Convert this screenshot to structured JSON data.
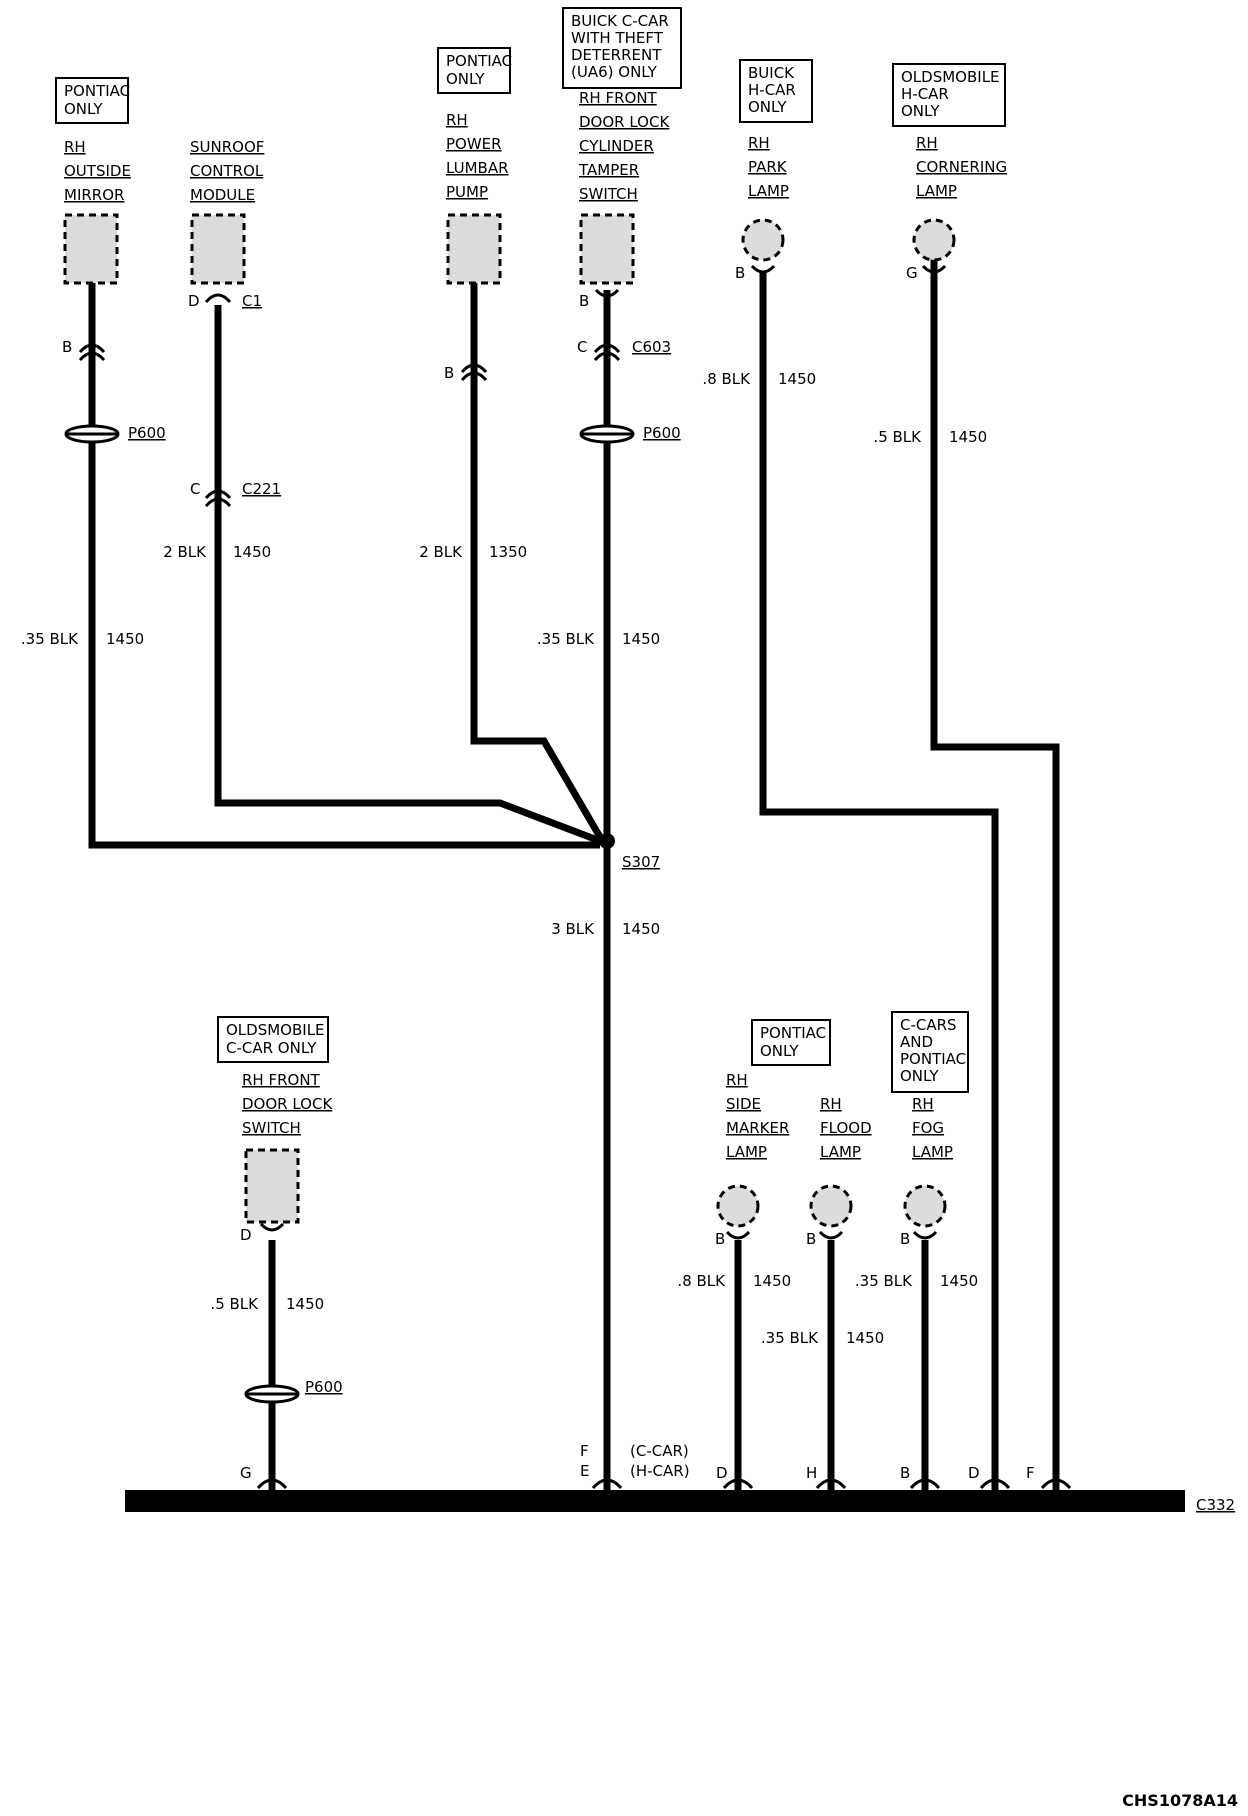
{
  "bus": {
    "label": "C332"
  },
  "figure_id": "CHS1078A14",
  "splice": {
    "label": "S307"
  },
  "components": [
    {
      "id": "outside-mirror",
      "note": [
        "PONTIAC",
        "ONLY"
      ],
      "name": [
        "RH",
        "OUTSIDE",
        "MIRROR"
      ],
      "shape": "rect"
    },
    {
      "id": "sunroof-module",
      "note": [],
      "name": [
        "SUNROOF",
        "CONTROL",
        "MODULE"
      ],
      "shape": "rect"
    },
    {
      "id": "lumbar-pump",
      "note": [
        "PONTIAC",
        "ONLY"
      ],
      "name": [
        "RH",
        "POWER",
        "LUMBAR",
        "PUMP"
      ],
      "shape": "rect"
    },
    {
      "id": "tamper-switch",
      "note": [
        "BUICK C-CAR",
        "WITH THEFT",
        "DETERRENT",
        "(UA6) ONLY"
      ],
      "name": [
        "RH FRONT",
        "DOOR LOCK",
        "CYLINDER",
        "TAMPER",
        "SWITCH"
      ],
      "shape": "rect"
    },
    {
      "id": "park-lamp",
      "note": [
        "BUICK",
        "H-CAR",
        "ONLY"
      ],
      "name": [
        "RH",
        "PARK",
        "LAMP"
      ],
      "shape": "circle"
    },
    {
      "id": "cornering-lamp",
      "note": [
        "OLDSMOBILE",
        "H-CAR",
        "ONLY"
      ],
      "name": [
        "RH",
        "CORNERING",
        "LAMP"
      ],
      "shape": "circle"
    },
    {
      "id": "door-lock-switch",
      "note": [
        "OLDSMOBILE",
        "C-CAR ONLY"
      ],
      "name": [
        "RH FRONT",
        "DOOR LOCK",
        "SWITCH"
      ],
      "shape": "rect"
    },
    {
      "id": "side-marker-lamp",
      "note": [
        "PONTIAC",
        "ONLY"
      ],
      "name": [
        "RH",
        "SIDE",
        "MARKER",
        "LAMP"
      ],
      "shape": "circle"
    },
    {
      "id": "flood-lamp",
      "note": [],
      "name": [
        "RH",
        "FLOOD",
        "LAMP"
      ],
      "shape": "circle"
    },
    {
      "id": "fog-lamp",
      "note": [
        "C-CARS",
        "AND",
        "PONTIAC",
        "ONLY"
      ],
      "name": [
        "RH",
        "FOG",
        "LAMP"
      ],
      "shape": "circle"
    }
  ],
  "wire_labels": [
    {
      "gauge": ".35 BLK",
      "circuit": "1450"
    },
    {
      "gauge": "2 BLK",
      "circuit": "1450"
    },
    {
      "gauge": "2 BLK",
      "circuit": "1350"
    },
    {
      "gauge": ".35 BLK",
      "circuit": "1450"
    },
    {
      "gauge": ".8 BLK",
      "circuit": "1450"
    },
    {
      "gauge": ".5 BLK",
      "circuit": "1450"
    },
    {
      "gauge": "3 BLK",
      "circuit": "1450"
    },
    {
      "gauge": ".5 BLK",
      "circuit": "1450"
    },
    {
      "gauge": ".8 BLK",
      "circuit": "1450"
    },
    {
      "gauge": ".35 BLK",
      "circuit": "1450"
    },
    {
      "gauge": ".35 BLK",
      "circuit": "1450"
    }
  ],
  "connectors": {
    "c1": "C1",
    "c221": "C221",
    "c603": "C603",
    "p600": "P600",
    "c_car": "(C-CAR)",
    "h_car": "(H-CAR)"
  },
  "pins": {
    "B": "B",
    "C": "C",
    "D": "D",
    "E": "E",
    "F": "F",
    "G": "G",
    "H": "H"
  }
}
